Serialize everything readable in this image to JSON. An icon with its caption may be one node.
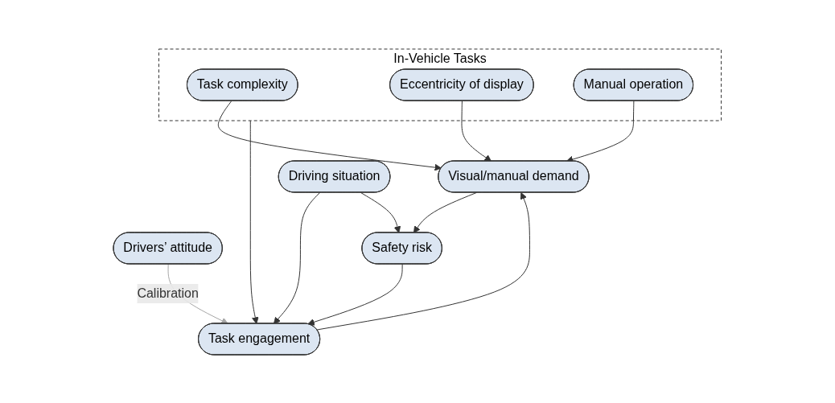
{
  "diagram": {
    "nodes": [
      {
        "text": [
          "In-Vehicle Tasks"
        ]
      },
      {
        "text": [
          "Task complexity"
        ],
        "in": 0
      },
      {
        "text": [
          "Eccentricity of display"
        ],
        "in": 0
      },
      {
        "text": [
          "Manual operation"
        ],
        "in": 0
      },
      {
        "text": [
          "Drivers’ attitude"
        ]
      },
      {
        "text": [
          "Task engagement"
        ]
      },
      {
        "text": [
          "Visual/manual demand"
        ]
      },
      {
        "text": [
          "Driving situation"
        ]
      },
      {
        "text": [
          "Safety risk"
        ]
      }
    ],
    "edges": [
      {
        "from": 0,
        "to": 5,
        "arrow": "to"
      },
      {
        "from": 4,
        "to": 5,
        "arrow": "to",
        "label": "Calibration",
        "color": "#a6a6a6"
      },
      {
        "from": 8,
        "to": 5,
        "arrow": "to"
      },
      {
        "from": 7,
        "to": 5,
        "arrow": "to"
      },
      {
        "from": 1,
        "to": 6,
        "arrow": "to"
      },
      {
        "from": 2,
        "to": 6,
        "arrow": "to"
      },
      {
        "from": 3,
        "to": 6,
        "arrow": "to"
      },
      {
        "from": 5,
        "to": 6,
        "arrow": "to"
      },
      {
        "from": 6,
        "to": 8,
        "arrow": "to"
      },
      {
        "from": 7,
        "to": 8,
        "arrow": "to"
      }
    ]
  }
}
